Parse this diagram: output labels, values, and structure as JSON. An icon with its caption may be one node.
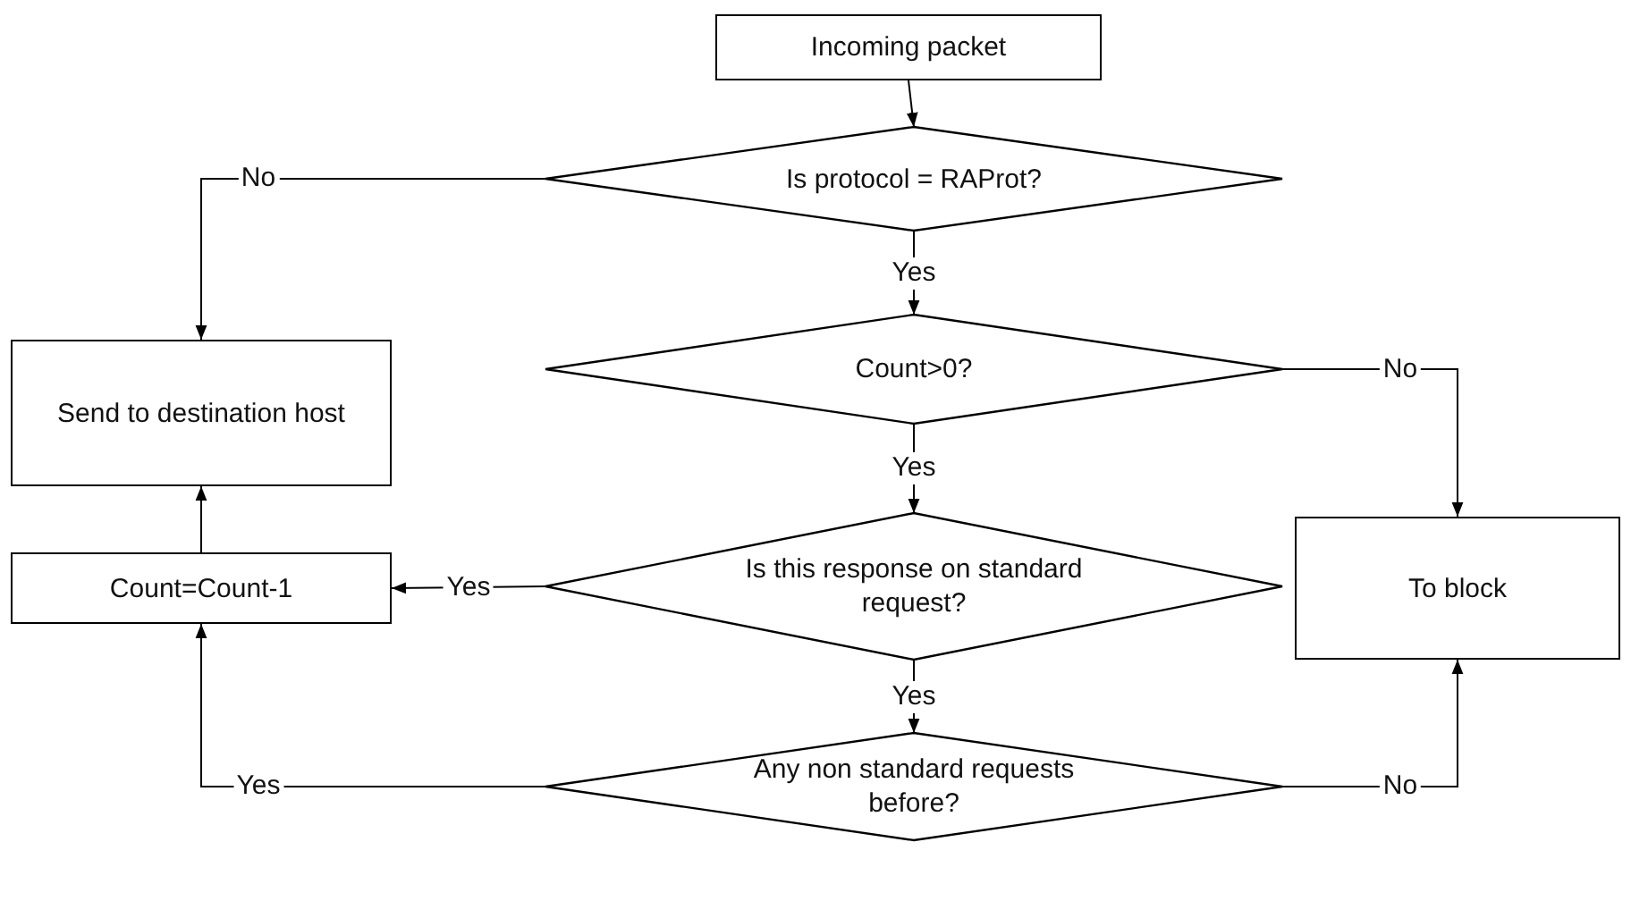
{
  "diagram": {
    "nodes": [
      {
        "text": [
          "Incoming packet"
        ]
      },
      {
        "text": [
          "Is protocol = RAProt?"
        ]
      },
      {
        "text": [
          "Send to destination host"
        ]
      },
      {
        "text": [
          "Count>0?"
        ]
      },
      {
        "text": [
          "Is this response on standard request?"
        ]
      },
      {
        "text": [
          "Count=Count-1"
        ]
      },
      {
        "text": [
          "To block"
        ]
      },
      {
        "text": [
          "Any non standard requests before?"
        ]
      }
    ],
    "edges": [
      {
        "from": 0,
        "to": 1,
        "arrow": "to"
      },
      {
        "from": 1,
        "to": 2,
        "arrow": "to",
        "label": "No"
      },
      {
        "from": 1,
        "to": 3,
        "arrow": "to",
        "label": "Yes"
      },
      {
        "from": 3,
        "to": 6,
        "arrow": "to",
        "label": "No"
      },
      {
        "from": 3,
        "to": 4,
        "arrow": "to",
        "label": "Yes"
      },
      {
        "from": 4,
        "to": 5,
        "arrow": "to",
        "label": "Yes"
      },
      {
        "from": 4,
        "to": 7,
        "arrow": "to",
        "label": "Yes"
      },
      {
        "from": 7,
        "to": 5,
        "arrow": "to",
        "label": "Yes"
      },
      {
        "from": 7,
        "to": 6,
        "arrow": "to",
        "label": "No"
      },
      {
        "from": 5,
        "to": 2,
        "arrow": "to"
      }
    ]
  }
}
